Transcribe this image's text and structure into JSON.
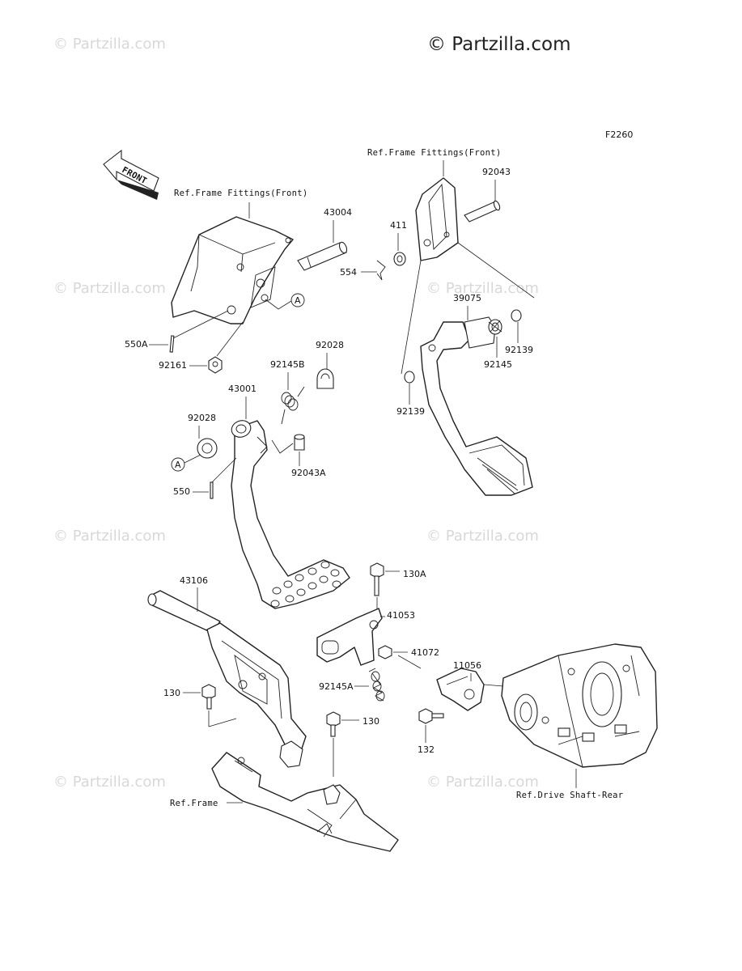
{
  "watermark_top": "© Partzilla.com",
  "watermark": "© Partzilla.com",
  "diagram_code": "F2260",
  "front_arrow": "FRONT",
  "refs": {
    "frame_fittings_left": "Ref.Frame Fittings(Front)",
    "frame_fittings_right": "Ref.Frame Fittings(Front)",
    "frame": "Ref.Frame",
    "drive_shaft": "Ref.Drive Shaft-Rear"
  },
  "labels": {
    "p43004": "43004",
    "p92043": "92043",
    "p411": "411",
    "p554": "554",
    "p550A": "550A",
    "p92161": "92161",
    "pA1": "A",
    "p39075": "39075",
    "p92139a": "92139",
    "p92145": "92145",
    "p92139b": "92139",
    "p92028a": "92028",
    "p92145B": "92145B",
    "p43001": "43001",
    "p92028b": "92028",
    "pA2": "A",
    "p92043A": "92043A",
    "p550": "550",
    "p130A": "130A",
    "p41053": "41053",
    "p41072": "41072",
    "p43106": "43106",
    "p92145A": "92145A",
    "p11056": "11056",
    "p130a": "130",
    "p130b": "130",
    "p132": "132"
  }
}
